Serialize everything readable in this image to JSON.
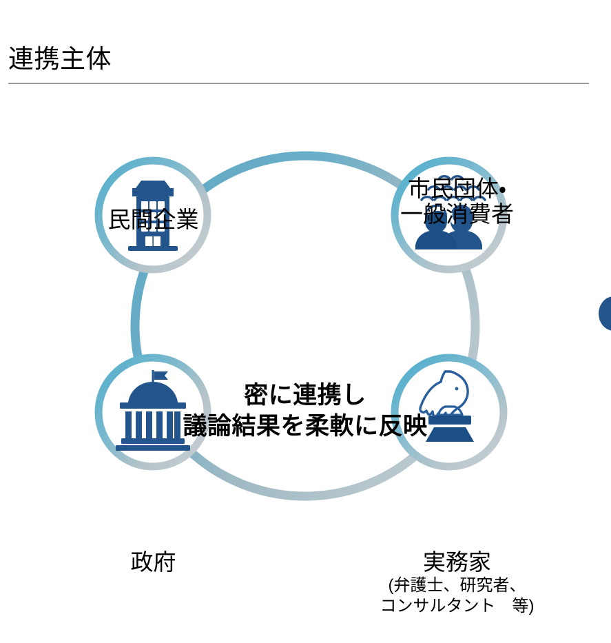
{
  "slide": {
    "title": "連携主体"
  },
  "center": {
    "line1": "密に連携し",
    "line2": "議論結果を柔軟に反映"
  },
  "nodes": [
    {
      "id": "private-enterprise",
      "label": "民間企業",
      "sublabel1": "",
      "sublabel2": "",
      "icon": "office-building-icon",
      "position": "top-left"
    },
    {
      "id": "citizens-consumers",
      "label": "市民団体・",
      "label2": "一般消費者",
      "sublabel1": "",
      "sublabel2": "",
      "icon": "crowd-people-icon",
      "position": "top-right"
    },
    {
      "id": "government",
      "label": "政府",
      "sublabel1": "",
      "sublabel2": "",
      "icon": "government-building-icon",
      "position": "bottom-left"
    },
    {
      "id": "practitioners",
      "label": "実務家",
      "sublabel1": "(弁護士、研究者、",
      "sublabel2": "コンサルタント　等)",
      "icon": "chess-knight-icon",
      "position": "bottom-right"
    }
  ],
  "colors": {
    "ring_teal": "#5FA8C4",
    "ring_gray": "#C1CBD0",
    "icon_navy": "#23558c",
    "icon_navy_dark": "#1d4f87",
    "rule_gray": "#9a9a9a",
    "edge_dot": "#23558c",
    "text_black": "#000000"
  }
}
